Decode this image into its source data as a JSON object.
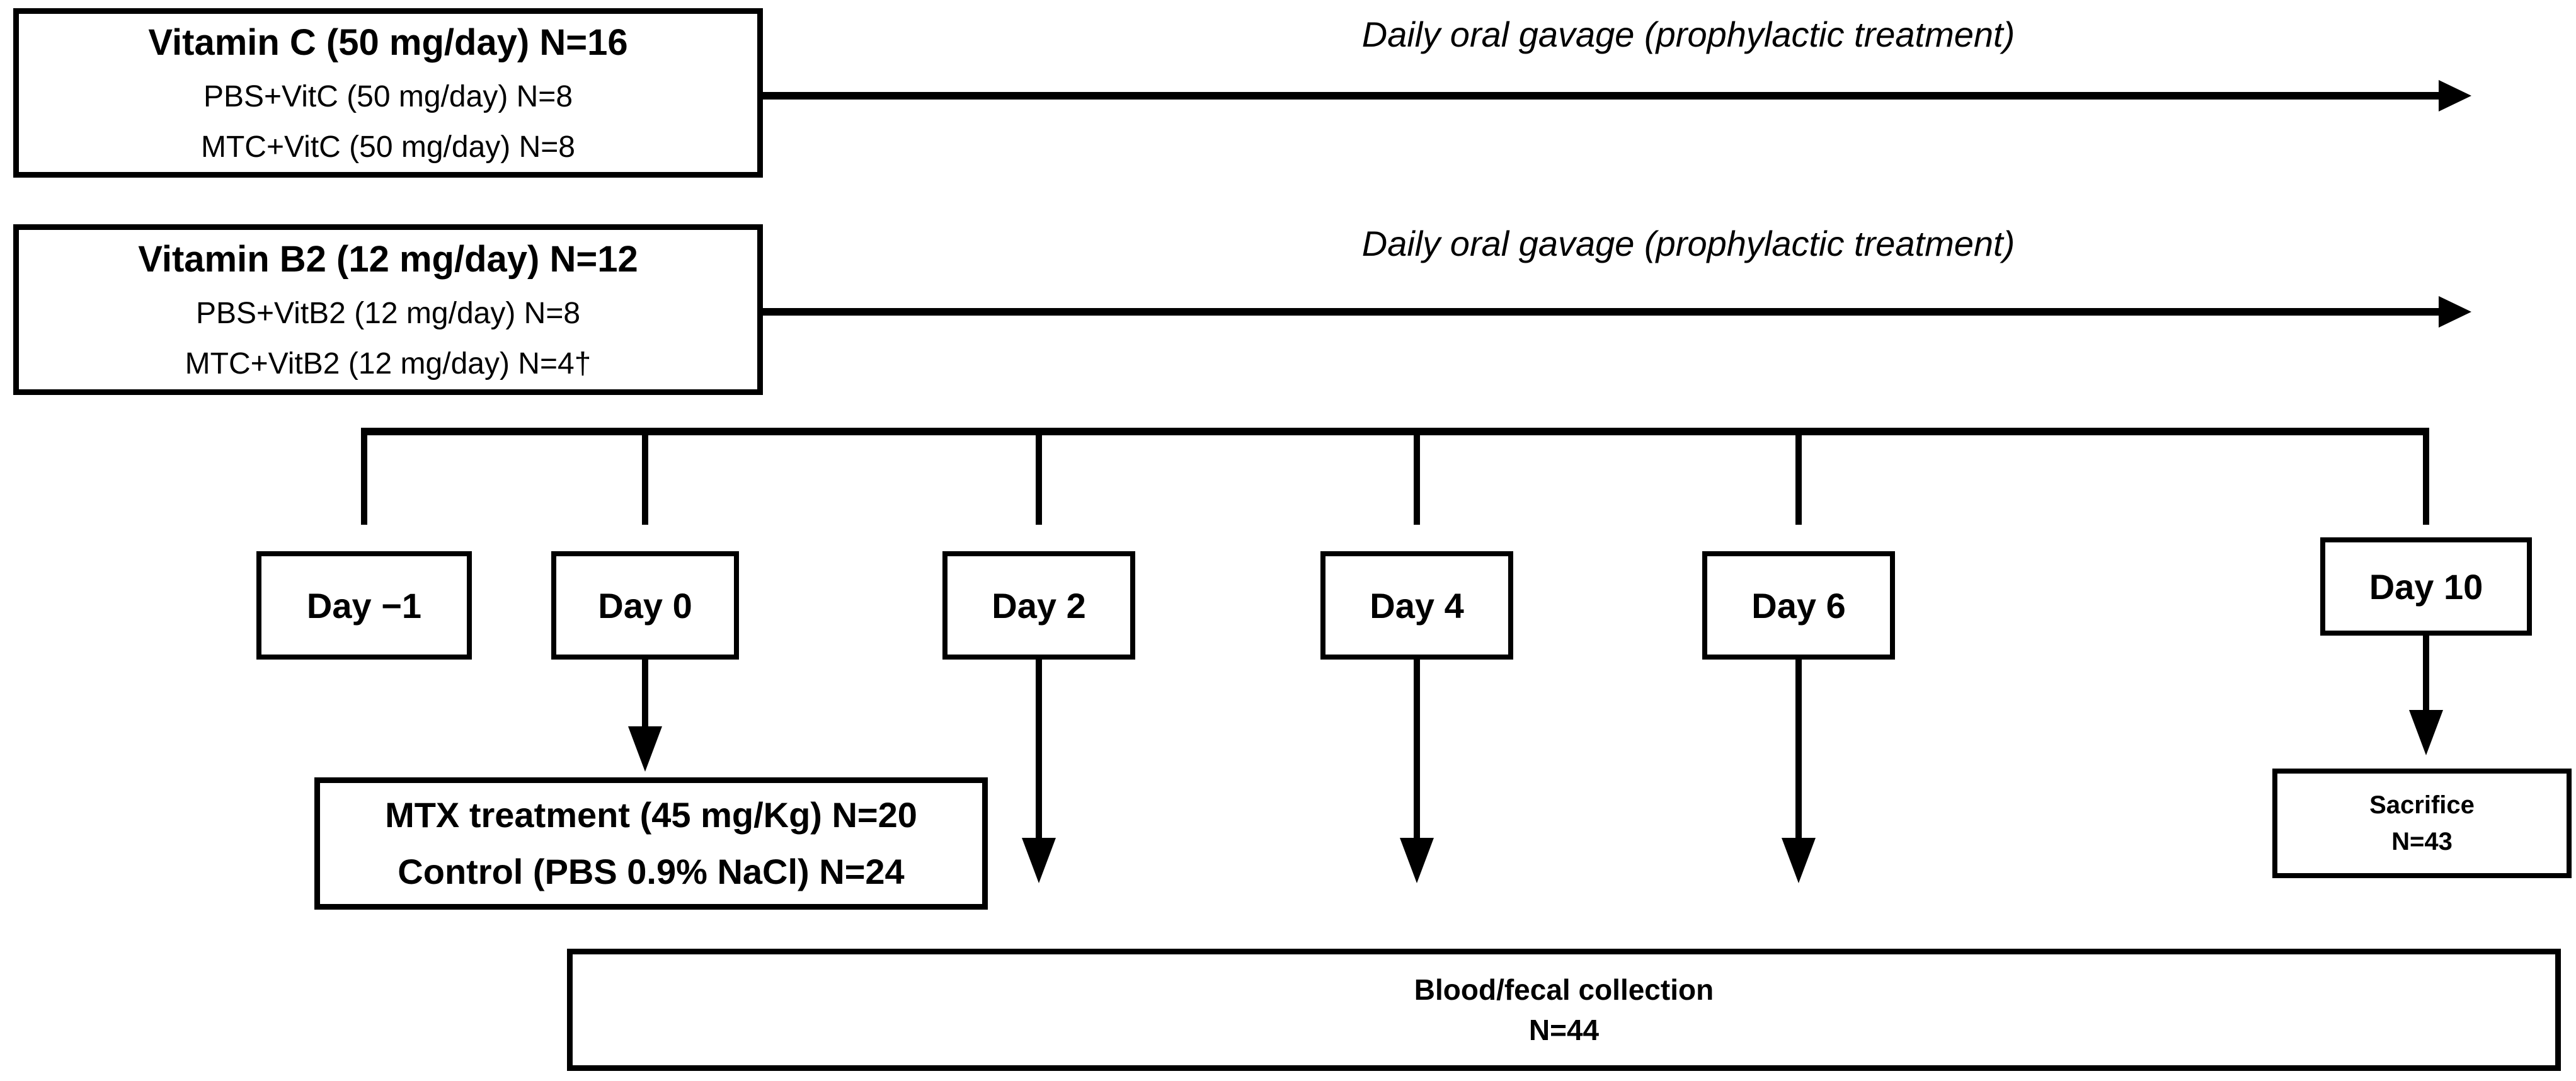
{
  "figure": {
    "background_color": "#ffffff",
    "line_color": "#000000"
  },
  "treatment_groups": [
    {
      "title": "Vitamin C  (50 mg/day) N=16",
      "subgroups": [
        "PBS+VitC (50 mg/day) N=8",
        "MTC+VitC (50 mg/day) N=8"
      ],
      "arrow_label": "Daily oral gavage (prophylactic treatment)"
    },
    {
      "title": "Vitamin B2  (12 mg/day) N=12",
      "subgroups": [
        "PBS+VitB2 (12 mg/day) N=8",
        "MTC+VitB2 (12 mg/day) N=4†"
      ],
      "arrow_label": "Daily oral gavage (prophylactic treatment)"
    }
  ],
  "timeline": {
    "days": [
      "Day −1",
      "Day 0",
      "Day 2",
      "Day 4",
      "Day 6",
      "Day 10"
    ]
  },
  "mtx_box": {
    "lines": [
      "MTX treatment (45 mg/Kg) N=20",
      "Control (PBS 0.9% NaCl) N=24"
    ]
  },
  "sacrifice_box": {
    "lines": [
      "Sacrifice",
      "N=43"
    ]
  },
  "collection_box": {
    "lines": [
      "Blood/fecal collection",
      "N=44"
    ]
  }
}
